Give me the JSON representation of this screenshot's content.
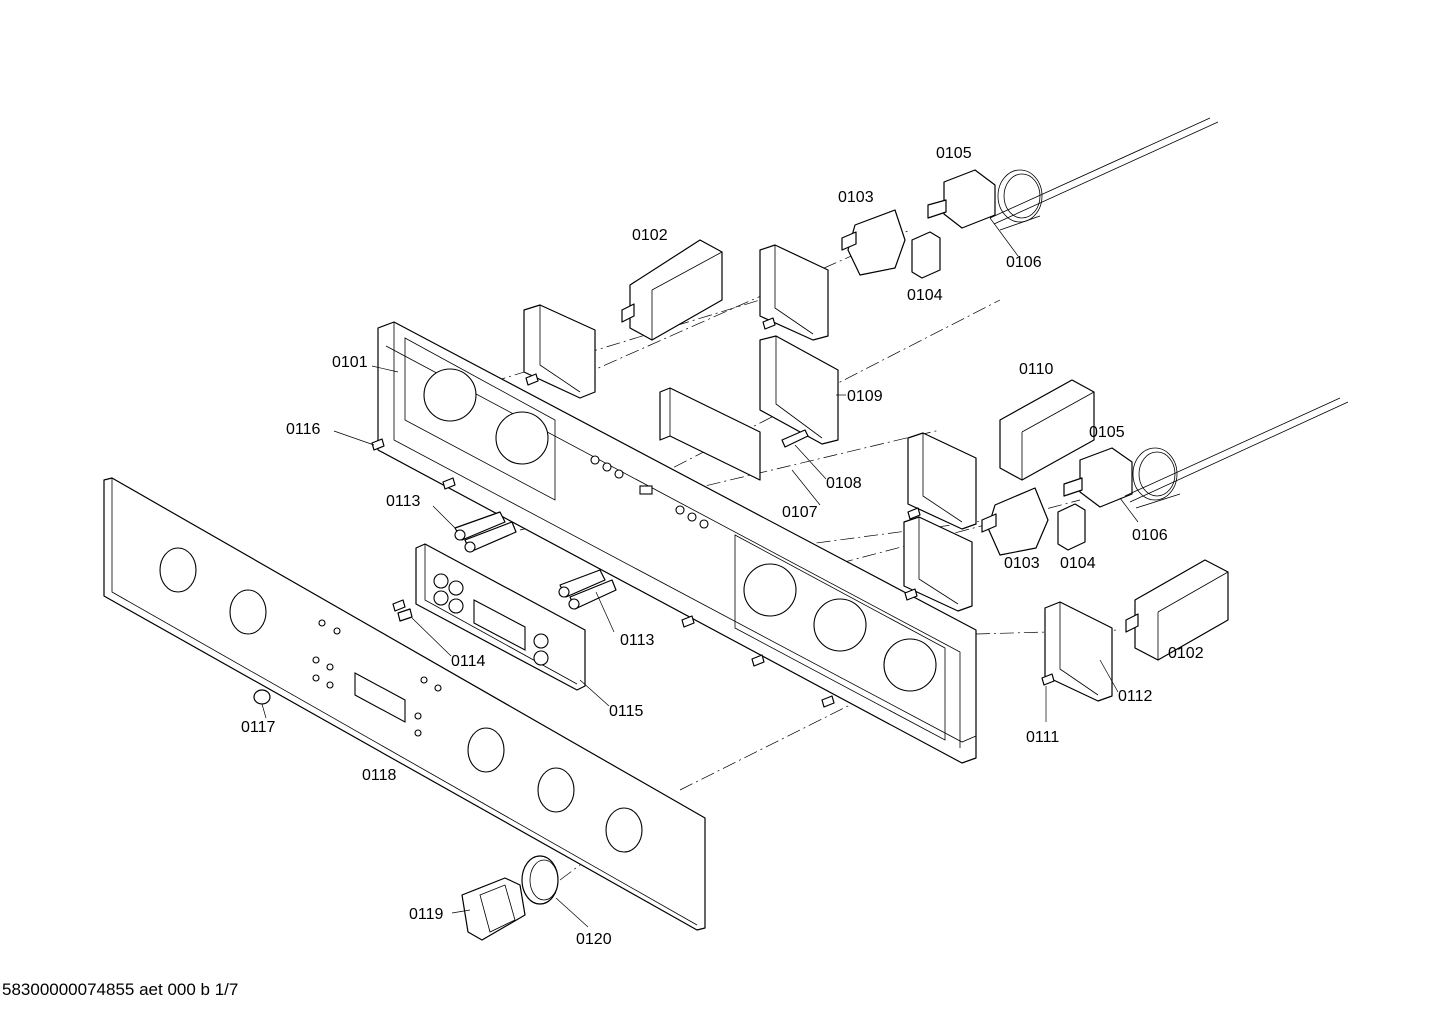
{
  "labels": {
    "p0101": "0101",
    "p0102a": "0102",
    "p0102b": "0102",
    "p0103a": "0103",
    "p0103b": "0103",
    "p0104a": "0104",
    "p0104b": "0104",
    "p0105a": "0105",
    "p0105b": "0105",
    "p0106a": "0106",
    "p0106b": "0106",
    "p0107": "0107",
    "p0108": "0108",
    "p0109": "0109",
    "p0110": "0110",
    "p0111": "0111",
    "p0112": "0112",
    "p0113a": "0113",
    "p0113b": "0113",
    "p0114": "0114",
    "p0115": "0115",
    "p0116": "0116",
    "p0117": "0117",
    "p0118": "0118",
    "p0119": "0119",
    "p0120": "0120"
  },
  "footer": "58300000074855 aet 000 b 1/7"
}
